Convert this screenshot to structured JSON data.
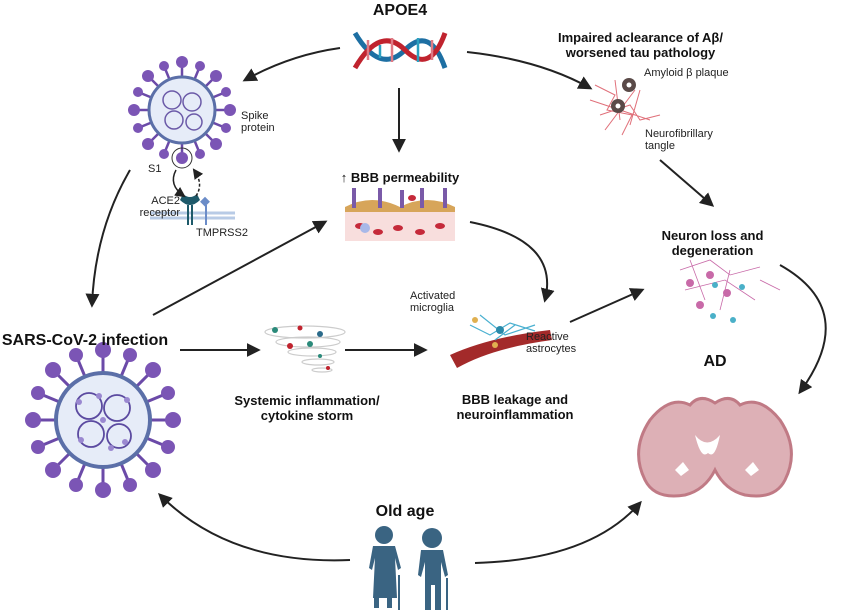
{
  "title_nodes": {
    "apoe4": "APOE4",
    "impaired_clearance": "Impaired aclearance of Aβ/ worsened tau pathology",
    "bbb_permeability": "↑ BBB permeability",
    "sars_cov2": "SARS-CoV-2 infection",
    "systemic_inflammation": "Systemic inflammation/ cytokine storm",
    "bbb_leakage": "BBB leakage and neuroinflammation",
    "neuron_loss": "Neuron loss and degeneration",
    "ad": "AD",
    "old_age": "Old age"
  },
  "annotations": {
    "spike_protein": "Spike protein",
    "s1": "S1",
    "ace2_receptor": "ACE2 receptor",
    "tmprss2": "TMPRSS2",
    "amyloid_plaque": "Amyloid β plaque",
    "neurofibrillary_tangle": "Neurofibrillary tangle",
    "activated_microglia": "Activated microglia",
    "reactive_astrocytes": "Reactive astrocytes"
  },
  "colors": {
    "virus_purple": "#7b55b5",
    "virus_fill": "#e6ecf8",
    "dna_red": "#c0232e",
    "dna_blue": "#1d6fa3",
    "arrow": "#222222",
    "elderly": "#3a6482",
    "brain": "#d9a3aa",
    "tangle": "#e0707a",
    "ace2": "#1e5a6a"
  },
  "edges": [
    {
      "from": "APOE4",
      "to": "Spike protein virus"
    },
    {
      "from": "APOE4",
      "to": "BBB permeability"
    },
    {
      "from": "APOE4",
      "to": "Impaired clearance"
    },
    {
      "from": "Spike protein virus",
      "to": "SARS-CoV-2 infection"
    },
    {
      "from": "SARS-CoV-2 infection",
      "to": "BBB permeability"
    },
    {
      "from": "SARS-CoV-2 infection",
      "to": "Systemic inflammation"
    },
    {
      "from": "Systemic inflammation",
      "to": "BBB leakage"
    },
    {
      "from": "BBB permeability",
      "to": "BBB leakage"
    },
    {
      "from": "BBB leakage",
      "to": "Neuron loss"
    },
    {
      "from": "Impaired clearance",
      "to": "Neuron loss"
    },
    {
      "from": "Neuron loss",
      "to": "AD"
    },
    {
      "from": "Old age",
      "to": "SARS-CoV-2 infection"
    },
    {
      "from": "Old age",
      "to": "AD"
    }
  ]
}
